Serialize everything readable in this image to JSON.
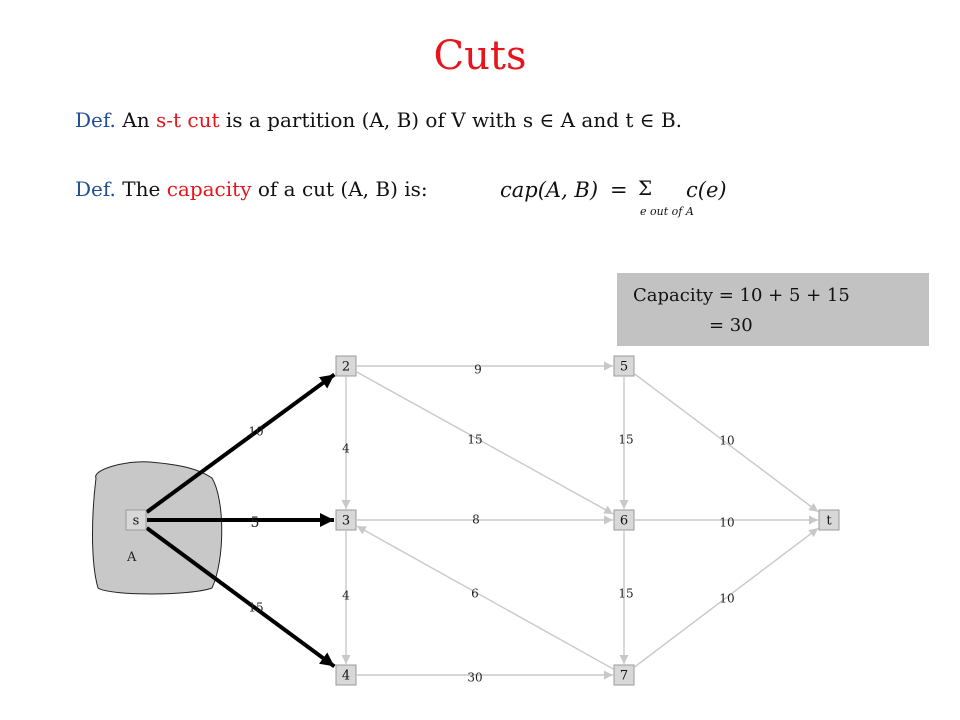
{
  "slide": {
    "title": "Cuts",
    "def1": {
      "prefix": "Def.",
      "text_a": " An ",
      "term": "s-t cut",
      "text_b": " is a partition (A, B) of V with s ",
      "in_symbol": "∈",
      "text_c": " A and t ",
      "text_d": " B."
    },
    "def2": {
      "prefix": "Def.",
      "text_a": " The ",
      "term": "capacity",
      "text_b": " of a cut (A, B) is:"
    },
    "formula": {
      "lhs": "cap(A, B)",
      "eq": "=",
      "sum": "Σ",
      "subscript": "e out of A",
      "rhs": "c(e)"
    },
    "capacity_box": {
      "line1": "Capacity = 10 + 5 + 15",
      "line2": "= 30"
    },
    "colors": {
      "title": "#e8141b",
      "def_prefix": "#1f4e96",
      "highlight": "#e8141b",
      "cut_edge": "#000000",
      "normal_edge": "#c8c8c8",
      "region_fill": "#c8c8c8"
    }
  },
  "graph": {
    "region_label": "A",
    "nodes": [
      {
        "id": "s",
        "label": "s"
      },
      {
        "id": "2",
        "label": "2"
      },
      {
        "id": "3",
        "label": "3"
      },
      {
        "id": "4",
        "label": "4"
      },
      {
        "id": "5",
        "label": "5"
      },
      {
        "id": "6",
        "label": "6"
      },
      {
        "id": "7",
        "label": "7"
      },
      {
        "id": "t",
        "label": "t"
      }
    ],
    "edges": [
      {
        "from": "s",
        "to": "2",
        "capacity": "10",
        "cut": true
      },
      {
        "from": "s",
        "to": "3",
        "capacity": "5",
        "cut": true
      },
      {
        "from": "s",
        "to": "4",
        "capacity": "15",
        "cut": true
      },
      {
        "from": "2",
        "to": "3",
        "capacity": "4",
        "cut": false
      },
      {
        "from": "2",
        "to": "5",
        "capacity": "9",
        "cut": false
      },
      {
        "from": "2",
        "to": "6",
        "capacity": "15",
        "cut": false
      },
      {
        "from": "3",
        "to": "4",
        "capacity": "4",
        "cut": false
      },
      {
        "from": "3",
        "to": "6",
        "capacity": "8",
        "cut": false
      },
      {
        "from": "4",
        "to": "7",
        "capacity": "30",
        "cut": false
      },
      {
        "from": "5",
        "to": "6",
        "capacity": "15",
        "cut": false
      },
      {
        "from": "5",
        "to": "t",
        "capacity": "10",
        "cut": false
      },
      {
        "from": "6",
        "to": "7",
        "capacity": "15",
        "cut": false
      },
      {
        "from": "6",
        "to": "t",
        "capacity": "10",
        "cut": false
      },
      {
        "from": "7",
        "to": "3",
        "capacity": "6",
        "cut": false
      },
      {
        "from": "7",
        "to": "t",
        "capacity": "10",
        "cut": false
      }
    ]
  }
}
